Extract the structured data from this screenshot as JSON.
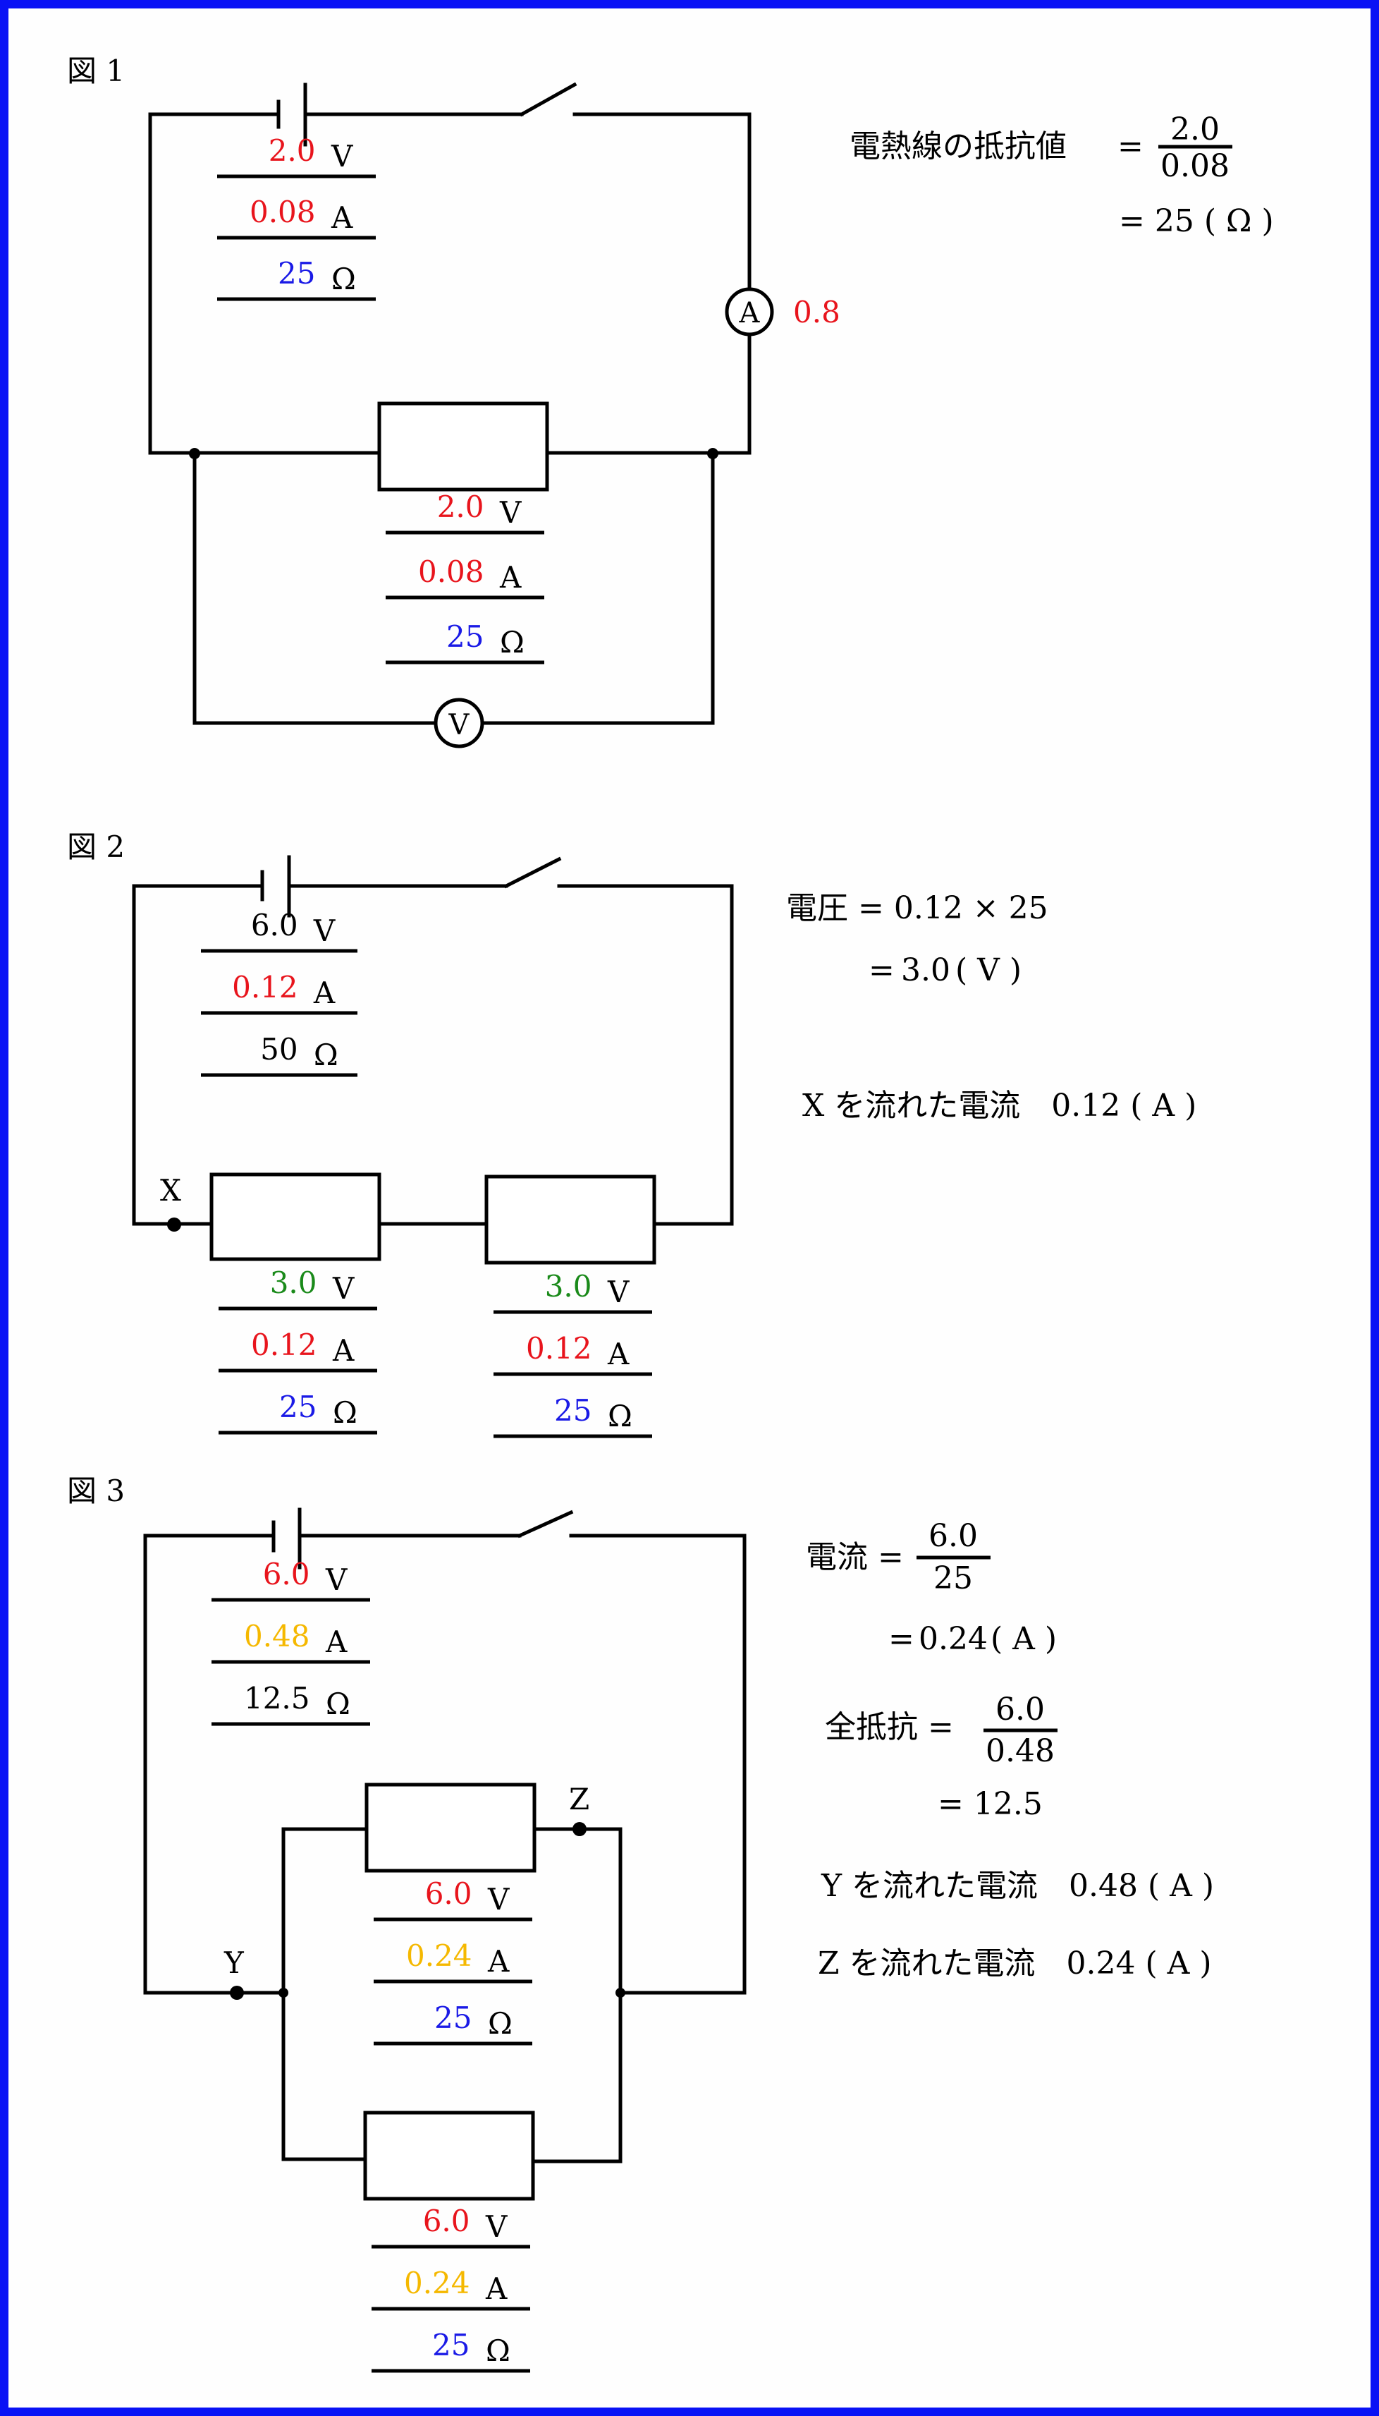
{
  "colors": {
    "frame": "#0a12f5",
    "red": "#e8141c",
    "blue": "#1a1ae6",
    "green": "#1a8a1a",
    "orange": "#f5b800",
    "black": "#000000"
  },
  "units": {
    "volt": "V",
    "amp": "A",
    "ohm": "Ω"
  },
  "figure1": {
    "label": "図 1",
    "battery_readings": [
      {
        "value": "2.0",
        "color": "red",
        "unit": "V"
      },
      {
        "value": "0.08",
        "color": "red",
        "unit": "A"
      },
      {
        "value": "25",
        "color": "blue",
        "unit": "Ω"
      }
    ],
    "resistor_readings": [
      {
        "value": "2.0",
        "color": "red",
        "unit": "V"
      },
      {
        "value": "0.08",
        "color": "red",
        "unit": "A"
      },
      {
        "value": "25",
        "color": "blue",
        "unit": "Ω"
      }
    ],
    "ammeter_symbol": "A",
    "ammeter_reading": "0.8",
    "voltmeter_symbol": "V",
    "calculation": {
      "lhs": "電熱線の抵抗値",
      "eq": "=",
      "numerator": "2.0",
      "denominator": "0.08",
      "result_line": "= 25 ( Ω )"
    }
  },
  "figure2": {
    "label": "図 2",
    "point_label": "X",
    "battery_readings": [
      {
        "value": "6.0",
        "color": "black",
        "unit": "V"
      },
      {
        "value": "0.12",
        "color": "red",
        "unit": "A"
      },
      {
        "value": "50",
        "color": "black",
        "unit": "Ω"
      }
    ],
    "resistor1_readings": [
      {
        "value": "3.0",
        "color": "green",
        "unit": "V"
      },
      {
        "value": "0.12",
        "color": "red",
        "unit": "A"
      },
      {
        "value": "25",
        "color": "blue",
        "unit": "Ω"
      }
    ],
    "resistor2_readings": [
      {
        "value": "3.0",
        "color": "green",
        "unit": "V"
      },
      {
        "value": "0.12",
        "color": "red",
        "unit": "A"
      },
      {
        "value": "25",
        "color": "blue",
        "unit": "Ω"
      }
    ],
    "calculation": {
      "line1": "電圧 = 0.12 × 25",
      "line2_prefix": "=",
      "line2_value": "3.0",
      "line2_suffix": "( V )",
      "current_text": "X を流れた電流　0.12 ( A )"
    }
  },
  "figure3": {
    "label": "図 3",
    "point_y": "Y",
    "point_z": "Z",
    "battery_readings": [
      {
        "value": "6.0",
        "color": "red",
        "unit": "V"
      },
      {
        "value": "0.48",
        "color": "orange",
        "unit": "A"
      },
      {
        "value": "12.5",
        "color": "black",
        "unit": "Ω"
      }
    ],
    "resistor_top_readings": [
      {
        "value": "6.0",
        "color": "red",
        "unit": "V"
      },
      {
        "value": "0.24",
        "color": "orange",
        "unit": "A"
      },
      {
        "value": "25",
        "color": "blue",
        "unit": "Ω"
      }
    ],
    "resistor_bottom_readings": [
      {
        "value": "6.0",
        "color": "red",
        "unit": "V"
      },
      {
        "value": "0.24",
        "color": "orange",
        "unit": "A"
      },
      {
        "value": "25",
        "color": "blue",
        "unit": "Ω"
      }
    ],
    "calculation": {
      "current_lhs": "電流 =",
      "current_num": "6.0",
      "current_den": "25",
      "current_result_prefix": "=",
      "current_result_value": "0.24",
      "current_result_suffix": "( A )",
      "resistance_lhs": "全抵抗 =",
      "resistance_num": "6.0",
      "resistance_den": "0.48",
      "resistance_result": "= 12.5",
      "y_current_text": "Y を流れた電流　0.48 ( A )",
      "z_current_text": "Z を流れた電流　0.24 ( A )"
    }
  }
}
